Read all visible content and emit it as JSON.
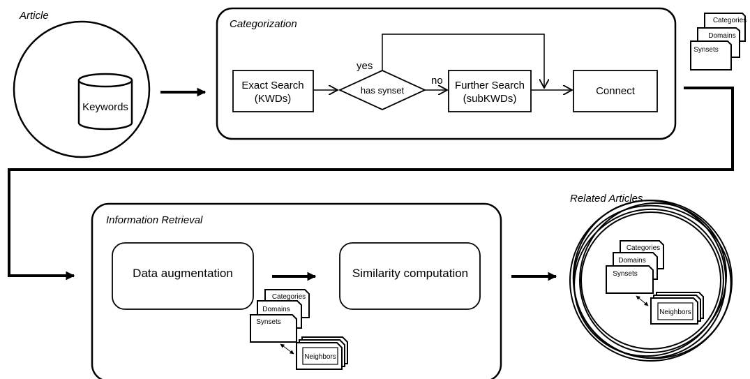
{
  "article": {
    "title": "Article",
    "keywords": "Keywords"
  },
  "categorization": {
    "title": "Categorization",
    "exact_search": [
      "Exact Search",
      "(KWDs)"
    ],
    "decision": "has synset",
    "yes": "yes",
    "no": "no",
    "further_search": [
      "Further Search",
      "(subKWDs)"
    ],
    "connect": "Connect"
  },
  "doc_stack": {
    "categories": "Categories",
    "domains": "Domains",
    "synsets": "Synsets",
    "neighbors": "Neighbors"
  },
  "information_retrieval": {
    "title": "Information Retrieval",
    "data_augmentation": "Data augmentation",
    "similarity": "Similarity computation"
  },
  "related_articles": {
    "title": "Related Articles"
  }
}
